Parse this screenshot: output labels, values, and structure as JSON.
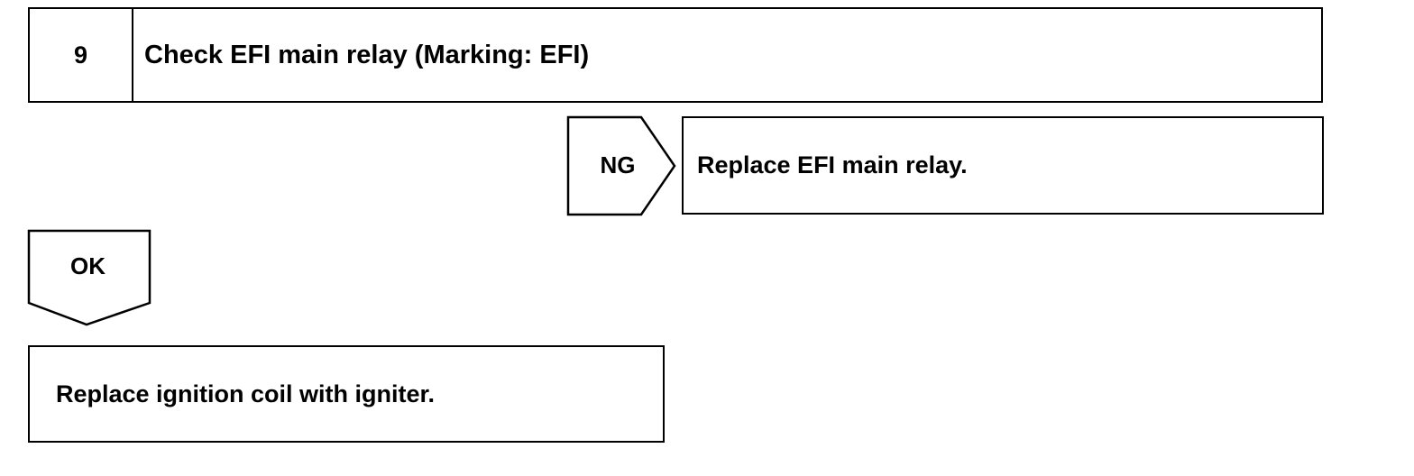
{
  "step": {
    "number": "9",
    "title": "Check EFI main relay (Marking: EFI)"
  },
  "ng_branch": {
    "label": "NG",
    "action": "Replace EFI main relay."
  },
  "ok_branch": {
    "label": "OK",
    "action": "Replace ignition coil with igniter."
  }
}
